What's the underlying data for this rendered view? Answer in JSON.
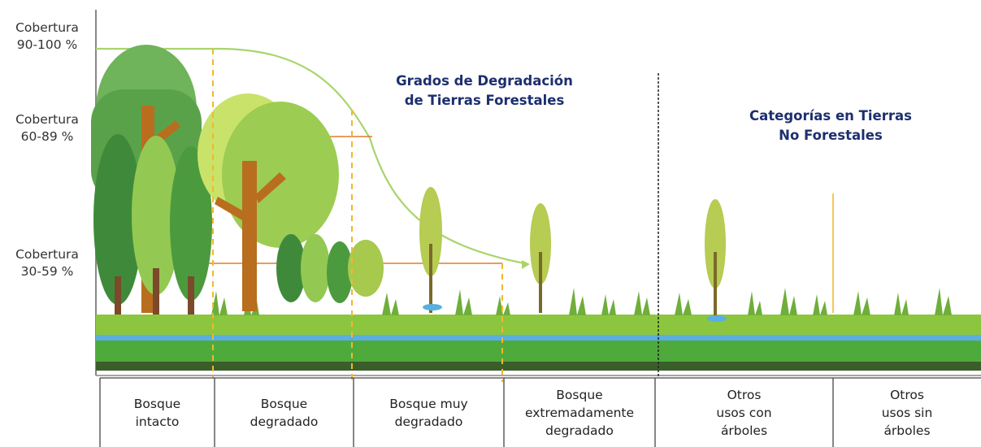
{
  "y_axis": {
    "labels": [
      {
        "line1": "Cobertura",
        "line2": "90-100 %"
      },
      {
        "line1": "Cobertura",
        "line2": "60-89 %"
      },
      {
        "line1": "Cobertura",
        "line2": "30-59 %"
      }
    ]
  },
  "headings": {
    "forest": {
      "line1": "Grados de Degradación",
      "line2": "de Tierras Forestales"
    },
    "non_forest": {
      "line1": "Categorías en Tierras",
      "line2": "No Forestales"
    }
  },
  "categories": [
    {
      "lines": [
        "Bosque",
        "intacto"
      ]
    },
    {
      "lines": [
        "Bosque",
        "degradado"
      ]
    },
    {
      "lines": [
        "Bosque muy",
        "degradado"
      ]
    },
    {
      "lines": [
        "Bosque",
        "extremadamente",
        "degradado"
      ]
    },
    {
      "lines": [
        "Otros",
        "usos con",
        "árboles"
      ]
    },
    {
      "lines": [
        "Otros",
        "usos sin",
        "árboles"
      ]
    }
  ],
  "colors": {
    "heading": "#1d2f6f",
    "coverage_line": "#a8d56b",
    "threshold_line": "#e07b2c",
    "dashed_divider": "#f1b82d",
    "ground_light": "#8cc63f",
    "ground_mid": "#4faa3c",
    "water": "#5aaee0",
    "ground_dark": "#3a5e2a"
  }
}
